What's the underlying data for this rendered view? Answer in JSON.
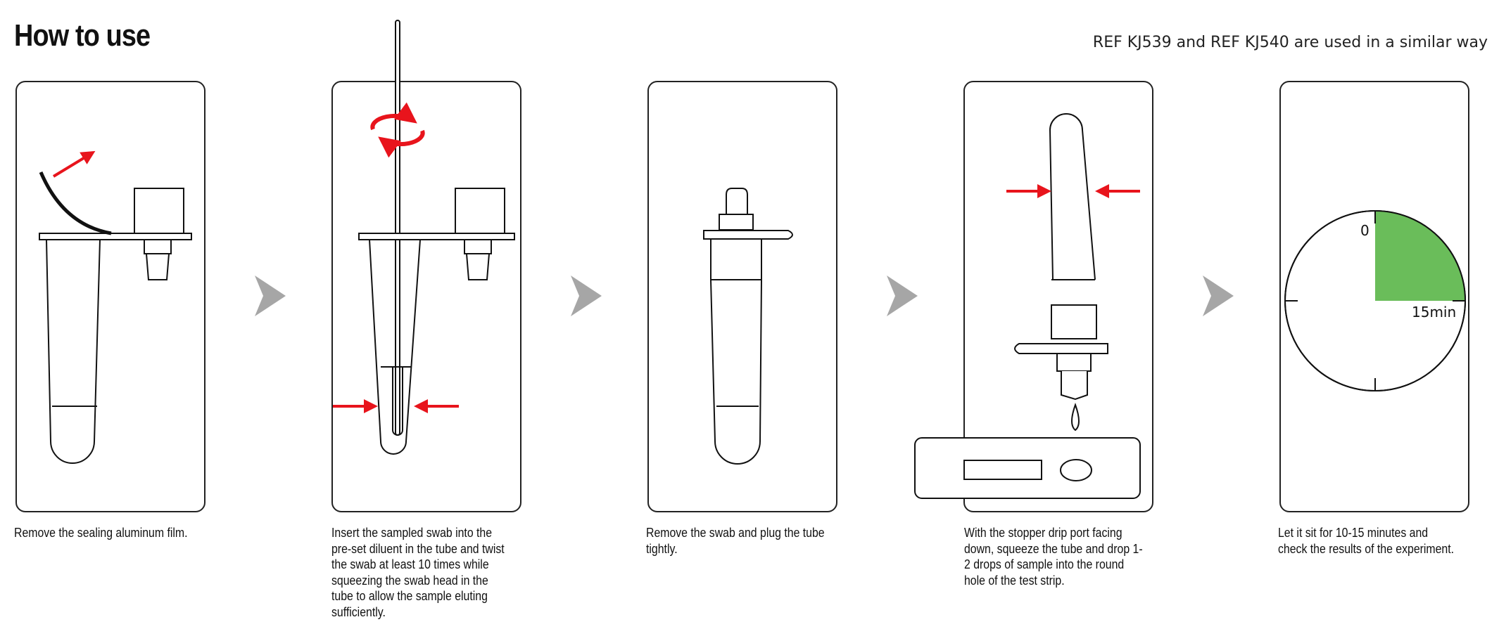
{
  "header": {
    "title": "How to use",
    "note": "REF KJ539 and REF KJ540 are used in a similar way"
  },
  "steps": [
    {
      "caption": "Remove the sealing aluminum film."
    },
    {
      "caption": "Insert the sampled swab into the pre-set diluent in the tube and twist the swab at least 10 times while squeezing the swab head in the tube to allow the sample eluting sufficiently."
    },
    {
      "caption": "Remove the swab and plug the tube tightly."
    },
    {
      "caption": "With the stopper drip port facing down, squeeze the tube and drop 1-2 drops of sample into the round hole of the test strip."
    },
    {
      "caption": "Let it sit for 10-15 minutes and check the results of the experiment."
    }
  ],
  "timer": {
    "start_label": "0",
    "end_label": "15min"
  },
  "colors": {
    "arrow": "#e8141c",
    "chevron": "#a6a6a6",
    "timer_fill": "#6abd5a",
    "line": "#111111"
  }
}
